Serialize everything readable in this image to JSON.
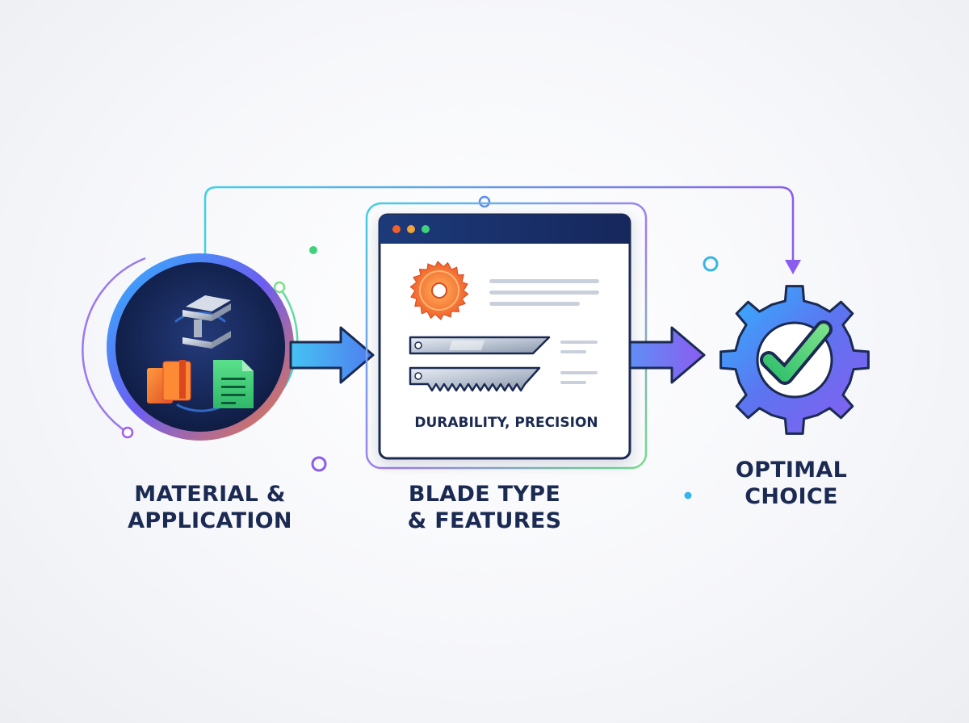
{
  "steps": [
    {
      "line1": "MATERIAL &",
      "line2": "APPLICATION",
      "icon": "materials-icon"
    },
    {
      "line1": "BLADE TYPE",
      "line2": "& FEATURES",
      "icon": "blade-window-icon"
    },
    {
      "line1": "OPTIMAL",
      "line2": "CHOICE",
      "icon": "gear-check-icon"
    }
  ],
  "panel": {
    "caption": "DURABILITY, PRECISION",
    "icons": [
      "circular-saw-blade-icon",
      "straight-blade-icon",
      "serrated-blade-icon"
    ]
  },
  "colors": {
    "navy": "#1b2a52",
    "cyan": "#35c8e8",
    "purple": "#8a5cf0",
    "orange": "#f27a2a",
    "green": "#3fd27a"
  }
}
